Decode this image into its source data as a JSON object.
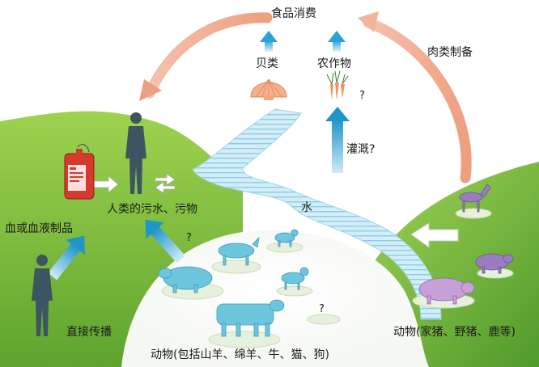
{
  "labels": {
    "food_consumption": "食品消费",
    "meat_preparation": "肉类制备",
    "shellfish": "贝类",
    "crops": "农作物",
    "irrigation": "灌溉?",
    "water": "水",
    "human_waste": "人类的污水、污物",
    "blood_products": "血或血液制品",
    "direct_transmission": "直接传播",
    "domestic_animals": "动物(包括山羊、绵羊、牛、猫、狗)",
    "wild_animals": "动物(家猪、野猪、鹿等)",
    "q_mark": "?"
  },
  "colors": {
    "salmon_arrow": "#f2b59c",
    "blue_arrow": "#2a9fd0",
    "grass": "#7cbf3a",
    "grass_dark": "#5aa12c",
    "water": "#bfe3f2",
    "human": "#3d5560",
    "domestic_animal": "#6cc6dd",
    "wild_animal": "#9a7cc0",
    "blood_bag": "#d63a2f"
  }
}
